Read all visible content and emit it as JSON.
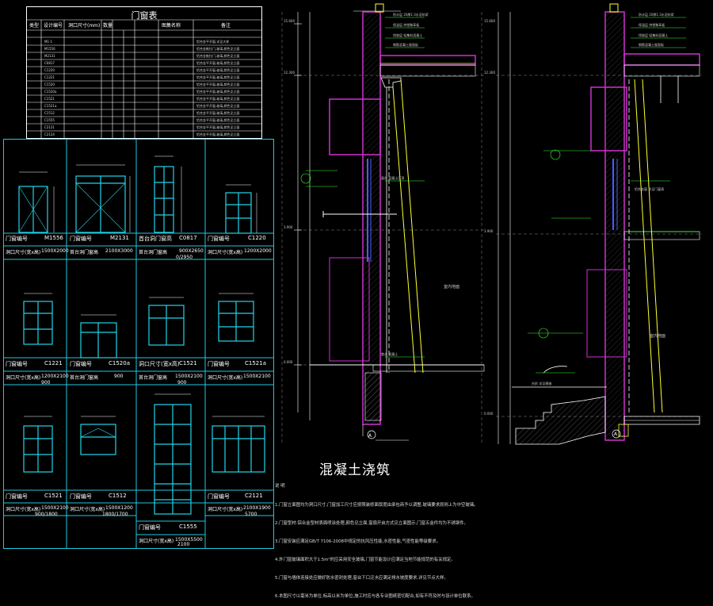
{
  "schedule": {
    "title": "门窗表",
    "col_headers": [
      "类型",
      "设计编号",
      "洞口尺寸(mm)",
      "数量",
      "图集名称",
      "备注"
    ]
  },
  "windows": [
    {
      "id": "w1",
      "code_label": "门窗编号",
      "code": "M1556",
      "size_label": "洞口尺寸(宽x高)",
      "size": "1500X2000"
    },
    {
      "id": "w2",
      "code_label": "门窗编号",
      "code": "M2131",
      "size_label": "首台洞门窗高",
      "size": "2100X3000"
    },
    {
      "id": "w3",
      "code_label": "首台洞门窗高",
      "code": "C0817",
      "size_label": "首台洞门窗高",
      "size": "900X2650"
    },
    {
      "id": "w4",
      "code_label": "门窗编号",
      "code": "C1220",
      "size_label": "洞口尺寸(宽x高)",
      "size": "1200X2000"
    },
    {
      "id": "w5",
      "code_label": "门窗编号",
      "code": "C1221",
      "size_label": "洞口尺寸(宽x高)",
      "size": "1200X2100"
    },
    {
      "id": "w6",
      "code_label": "门窗编号",
      "code": "C1520a",
      "size_label": "首台洞门窗高",
      "size": "900"
    },
    {
      "id": "w7",
      "code_label": "洞口尺寸(宽x高)",
      "code": "C1521",
      "size_label": "首台洞门窗高",
      "size": "1500X2100"
    },
    {
      "id": "w8",
      "code_label": "门窗编号",
      "code": "C1521a",
      "size_label": "洞口尺寸(宽x高)",
      "size": "1500X2100"
    },
    {
      "id": "w9",
      "code_label": "门窗编号",
      "code": "C1521",
      "size_label": "洞口尺寸(宽x高)",
      "size": "1500X2100"
    },
    {
      "id": "w10",
      "code_label": "门窗编号",
      "code": "C1512",
      "size_label": "洞口尺寸(宽x高)",
      "size": "1500X1200"
    },
    {
      "id": "w11",
      "code_label": "门窗编号",
      "code": "C1555",
      "size_label": "洞口尺寸(宽x高)",
      "size": "1500X5500"
    },
    {
      "id": "w12",
      "code_label": "门窗编号",
      "code": "C2121",
      "size_label": "洞口尺寸(宽x高)",
      "size": "2100X1900"
    }
  ],
  "window_extra": {
    "r2a": "0/2950",
    "r3a": "900",
    "r3b": "900",
    "r4a": "900/1800",
    "r4b": "1800/1700",
    "r4c": "5700",
    "r4d": "2100"
  },
  "sections": {
    "left_label": "A",
    "right_label": "A",
    "left_room": "室内地面",
    "right_room": "室内地面"
  },
  "title": "混凝土浇筑",
  "notes": [
    "说 明",
    "1.门窗立面图均为洞口尺寸,门窗加工尺寸应按照装修面厚度由承包商予以调整,玻璃要求原则上为中空玻璃。",
    "2.门窗型材:铝合金型材表面喷涂处理,颜色见立面,窗扇开启方式见立面图示,门窗五金件均为不锈钢件。",
    "3.门窗安装应满足GB/T 7106-2008中规定的抗风压性能,水密性能,气密性能等级要求。",
    "4.外门窗玻璃面积大于1.5m²时应采用安全玻璃,门窗节能设计应满足当地节能规范的有关规定。",
    "5.门窗与墙体连接处应做好防水密封处理,窗台下口泛水应满足排水坡度要求,详见节点大样。",
    "6.本图尺寸以毫米为单位,标高以米为单位,施工时应与各专业图纸密切配合,如有不符及时与设计单位联系。"
  ]
}
